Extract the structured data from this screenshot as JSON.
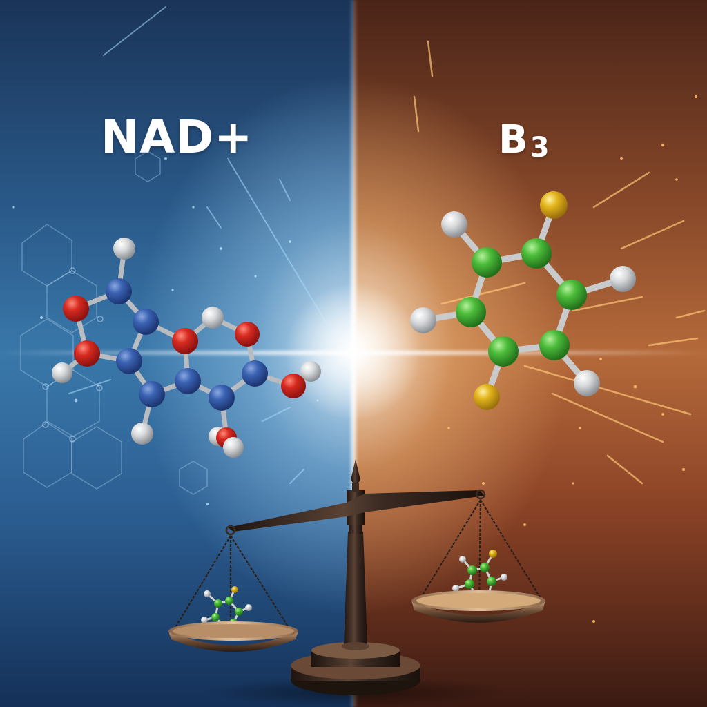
{
  "labels": {
    "left": "NAD+",
    "right_main": "B",
    "right_sub": "3"
  },
  "colors": {
    "left_bg": "#2a5a8a",
    "right_bg": "#b56a3a",
    "atom_blue": "#2f56a6",
    "atom_red": "#d42a22",
    "atom_white": "#d8dadc",
    "atom_green": "#4cbc3a",
    "atom_yellow": "#e2b41c",
    "scale_metal": "#3a2a22"
  },
  "scene": {
    "left_molecule": "nad-plus-molecule",
    "right_molecule": "niacin-b3-molecule",
    "center_object": "balance-scale"
  }
}
